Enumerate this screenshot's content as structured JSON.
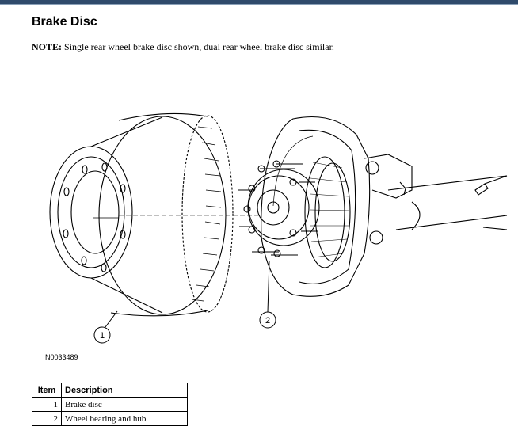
{
  "section": {
    "title": "Brake Disc",
    "note_label": "NOTE:",
    "note_text": " Single rear wheel brake disc shown, dual rear wheel brake disc similar."
  },
  "figure": {
    "id": "N0033489",
    "callouts": [
      "1",
      "2"
    ]
  },
  "item_table": {
    "headers": [
      "Item",
      "Description"
    ],
    "rows": [
      {
        "item": "1",
        "description": "Brake disc"
      },
      {
        "item": "2",
        "description": "Wheel bearing and hub"
      }
    ]
  }
}
